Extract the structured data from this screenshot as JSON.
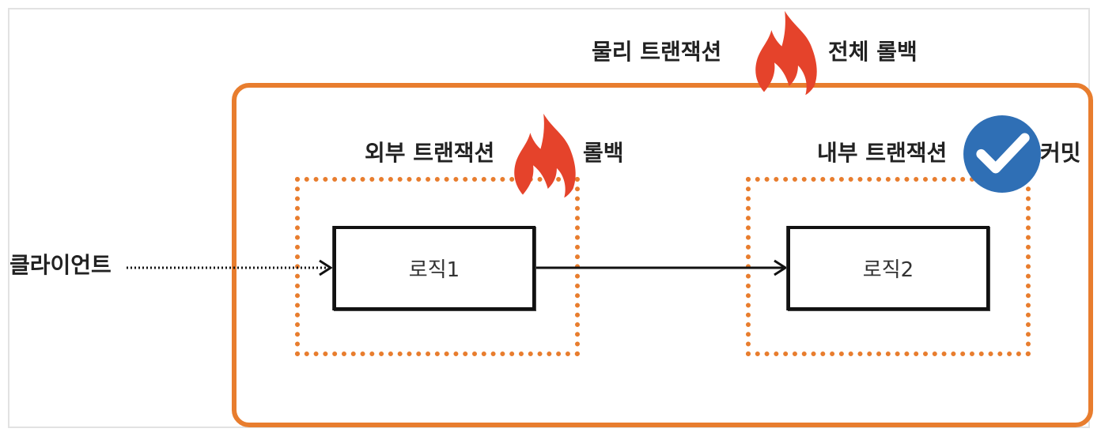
{
  "labels": {
    "physical_tx": "물리 트랜잭션",
    "total_rollback": "전체 롤백",
    "outer_tx": "외부 트랜잭션",
    "outer_rollback": "롤백",
    "inner_tx": "내부 트랜잭션",
    "inner_commit": "커밋",
    "client": "클라이언트",
    "logic1": "로직1",
    "logic2": "로직2"
  },
  "colors": {
    "accent_orange": "#e87d2e",
    "fire_red": "#e5432b",
    "check_blue": "#2f6fb5",
    "line_black": "#111111"
  },
  "icons": {
    "total_rollback": "fire-icon",
    "outer_rollback": "fire-icon",
    "inner_commit": "check-circle-icon"
  }
}
